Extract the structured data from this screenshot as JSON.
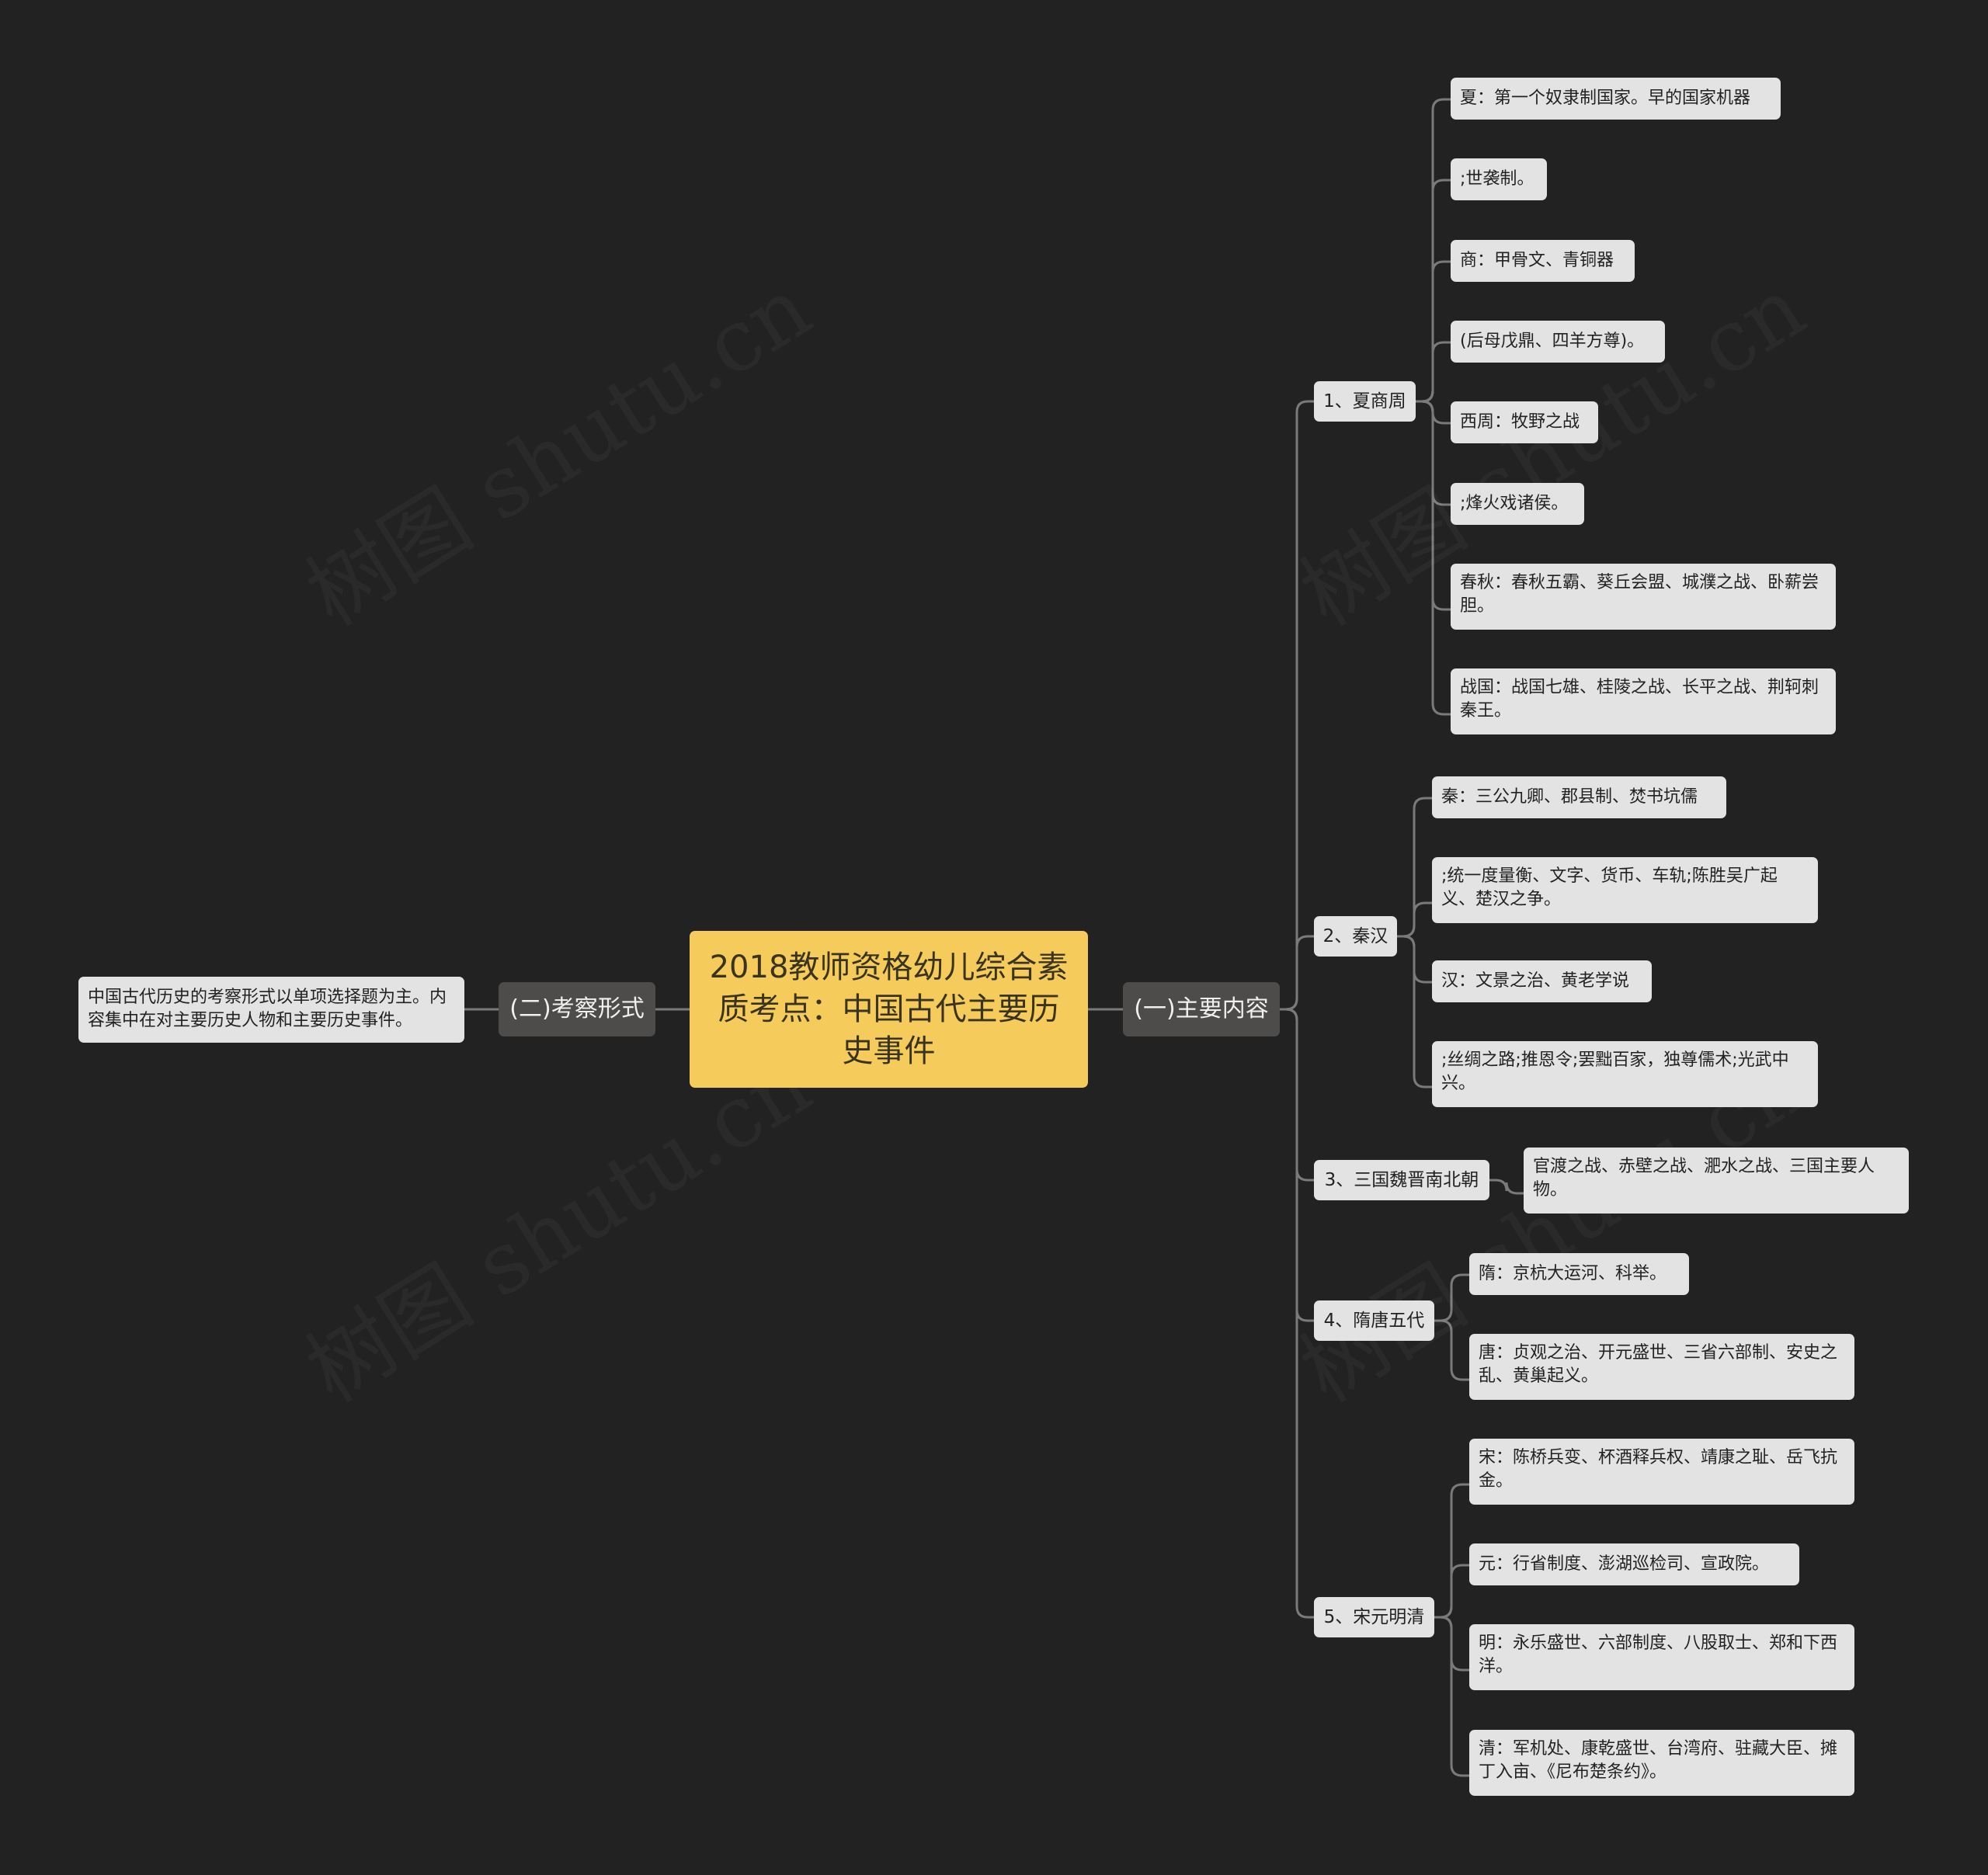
{
  "watermark": "树图 shutu.cn",
  "root": {
    "title": "2018教师资格幼儿综合素质考点：中国古代主要历史事件"
  },
  "left": {
    "label": "(二)考察形式",
    "leaf": "中国古代历史的考察形式以单项选择题为主。内容集中在对主要历史人物和主要历史事件。"
  },
  "right": {
    "label": "(一)主要内容",
    "groups": [
      {
        "label": "1、夏商周",
        "items": [
          "夏：第一个奴隶制国家。早的国家机器",
          ";世袭制。",
          "商：甲骨文、青铜器",
          "(后母戊鼎、四羊方尊)。",
          "西周：牧野之战",
          ";烽火戏诸侯。",
          "春秋：春秋五霸、葵丘会盟、城濮之战、卧薪尝胆。",
          "战国：战国七雄、桂陵之战、长平之战、荆轲刺秦王。"
        ]
      },
      {
        "label": "2、秦汉",
        "items": [
          "秦：三公九卿、郡县制、焚书坑儒",
          ";统一度量衡、文字、货币、车轨;陈胜吴广起义、楚汉之争。",
          "汉：文景之治、黄老学说",
          ";丝绸之路;推恩令;罢黜百家，独尊儒术;光武中兴。"
        ]
      },
      {
        "label": "3、三国魏晋南北朝",
        "items": [
          "官渡之战、赤壁之战、淝水之战、三国主要人物。"
        ]
      },
      {
        "label": "4、隋唐五代",
        "items": [
          "隋：京杭大运河、科举。",
          "唐：贞观之治、开元盛世、三省六部制、安史之乱、黄巢起义。"
        ]
      },
      {
        "label": "5、宋元明清",
        "items": [
          "宋：陈桥兵变、杯酒释兵权、靖康之耻、岳飞抗金。",
          "元：行省制度、澎湖巡检司、宣政院。",
          "明：永乐盛世、六部制度、八股取士、郑和下西洋。",
          "清：军机处、康乾盛世、台湾府、驻藏大臣、摊丁入亩、《尼布楚条约》。"
        ]
      }
    ]
  },
  "colors": {
    "background": "#222222",
    "root": "#f5cb5c",
    "branch": "#4e4c4b",
    "node": "#e3e3e3",
    "line": "#7a7a7a"
  }
}
